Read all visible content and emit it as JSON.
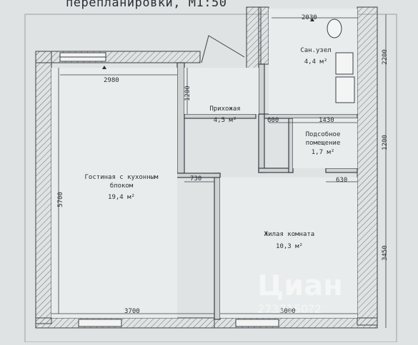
{
  "title": "перепланировки, М1:50",
  "rooms": {
    "bathroom": {
      "name": "Сан.узел",
      "area": "4,4 м²"
    },
    "hallway": {
      "name": "Прихожая",
      "area": "4,5 м²"
    },
    "utility": {
      "name_line1": "Подсобное",
      "name_line2": "помещение",
      "area": "1,7 м²"
    },
    "living_kitchen": {
      "name_line1": "Гостиная с кухонным",
      "name_line2": "блоком",
      "area": "19,4 м²"
    },
    "bedroom": {
      "name": "Жилая комната",
      "area": "10,3 м²"
    }
  },
  "dimensions": {
    "top_bath": "2030",
    "window_top": "2980",
    "hall_vertical": "1200",
    "right_top": "2200",
    "util_width": "1430",
    "corridor": "600",
    "right_mid": "1200",
    "hall_bottom": "730",
    "util_bottom": "630",
    "left_height": "5700",
    "right_bottom": "3450",
    "bottom_left": "3700",
    "bottom_right": "3000"
  },
  "watermark": {
    "brand": "Циан",
    "id": "2737150?2"
  }
}
